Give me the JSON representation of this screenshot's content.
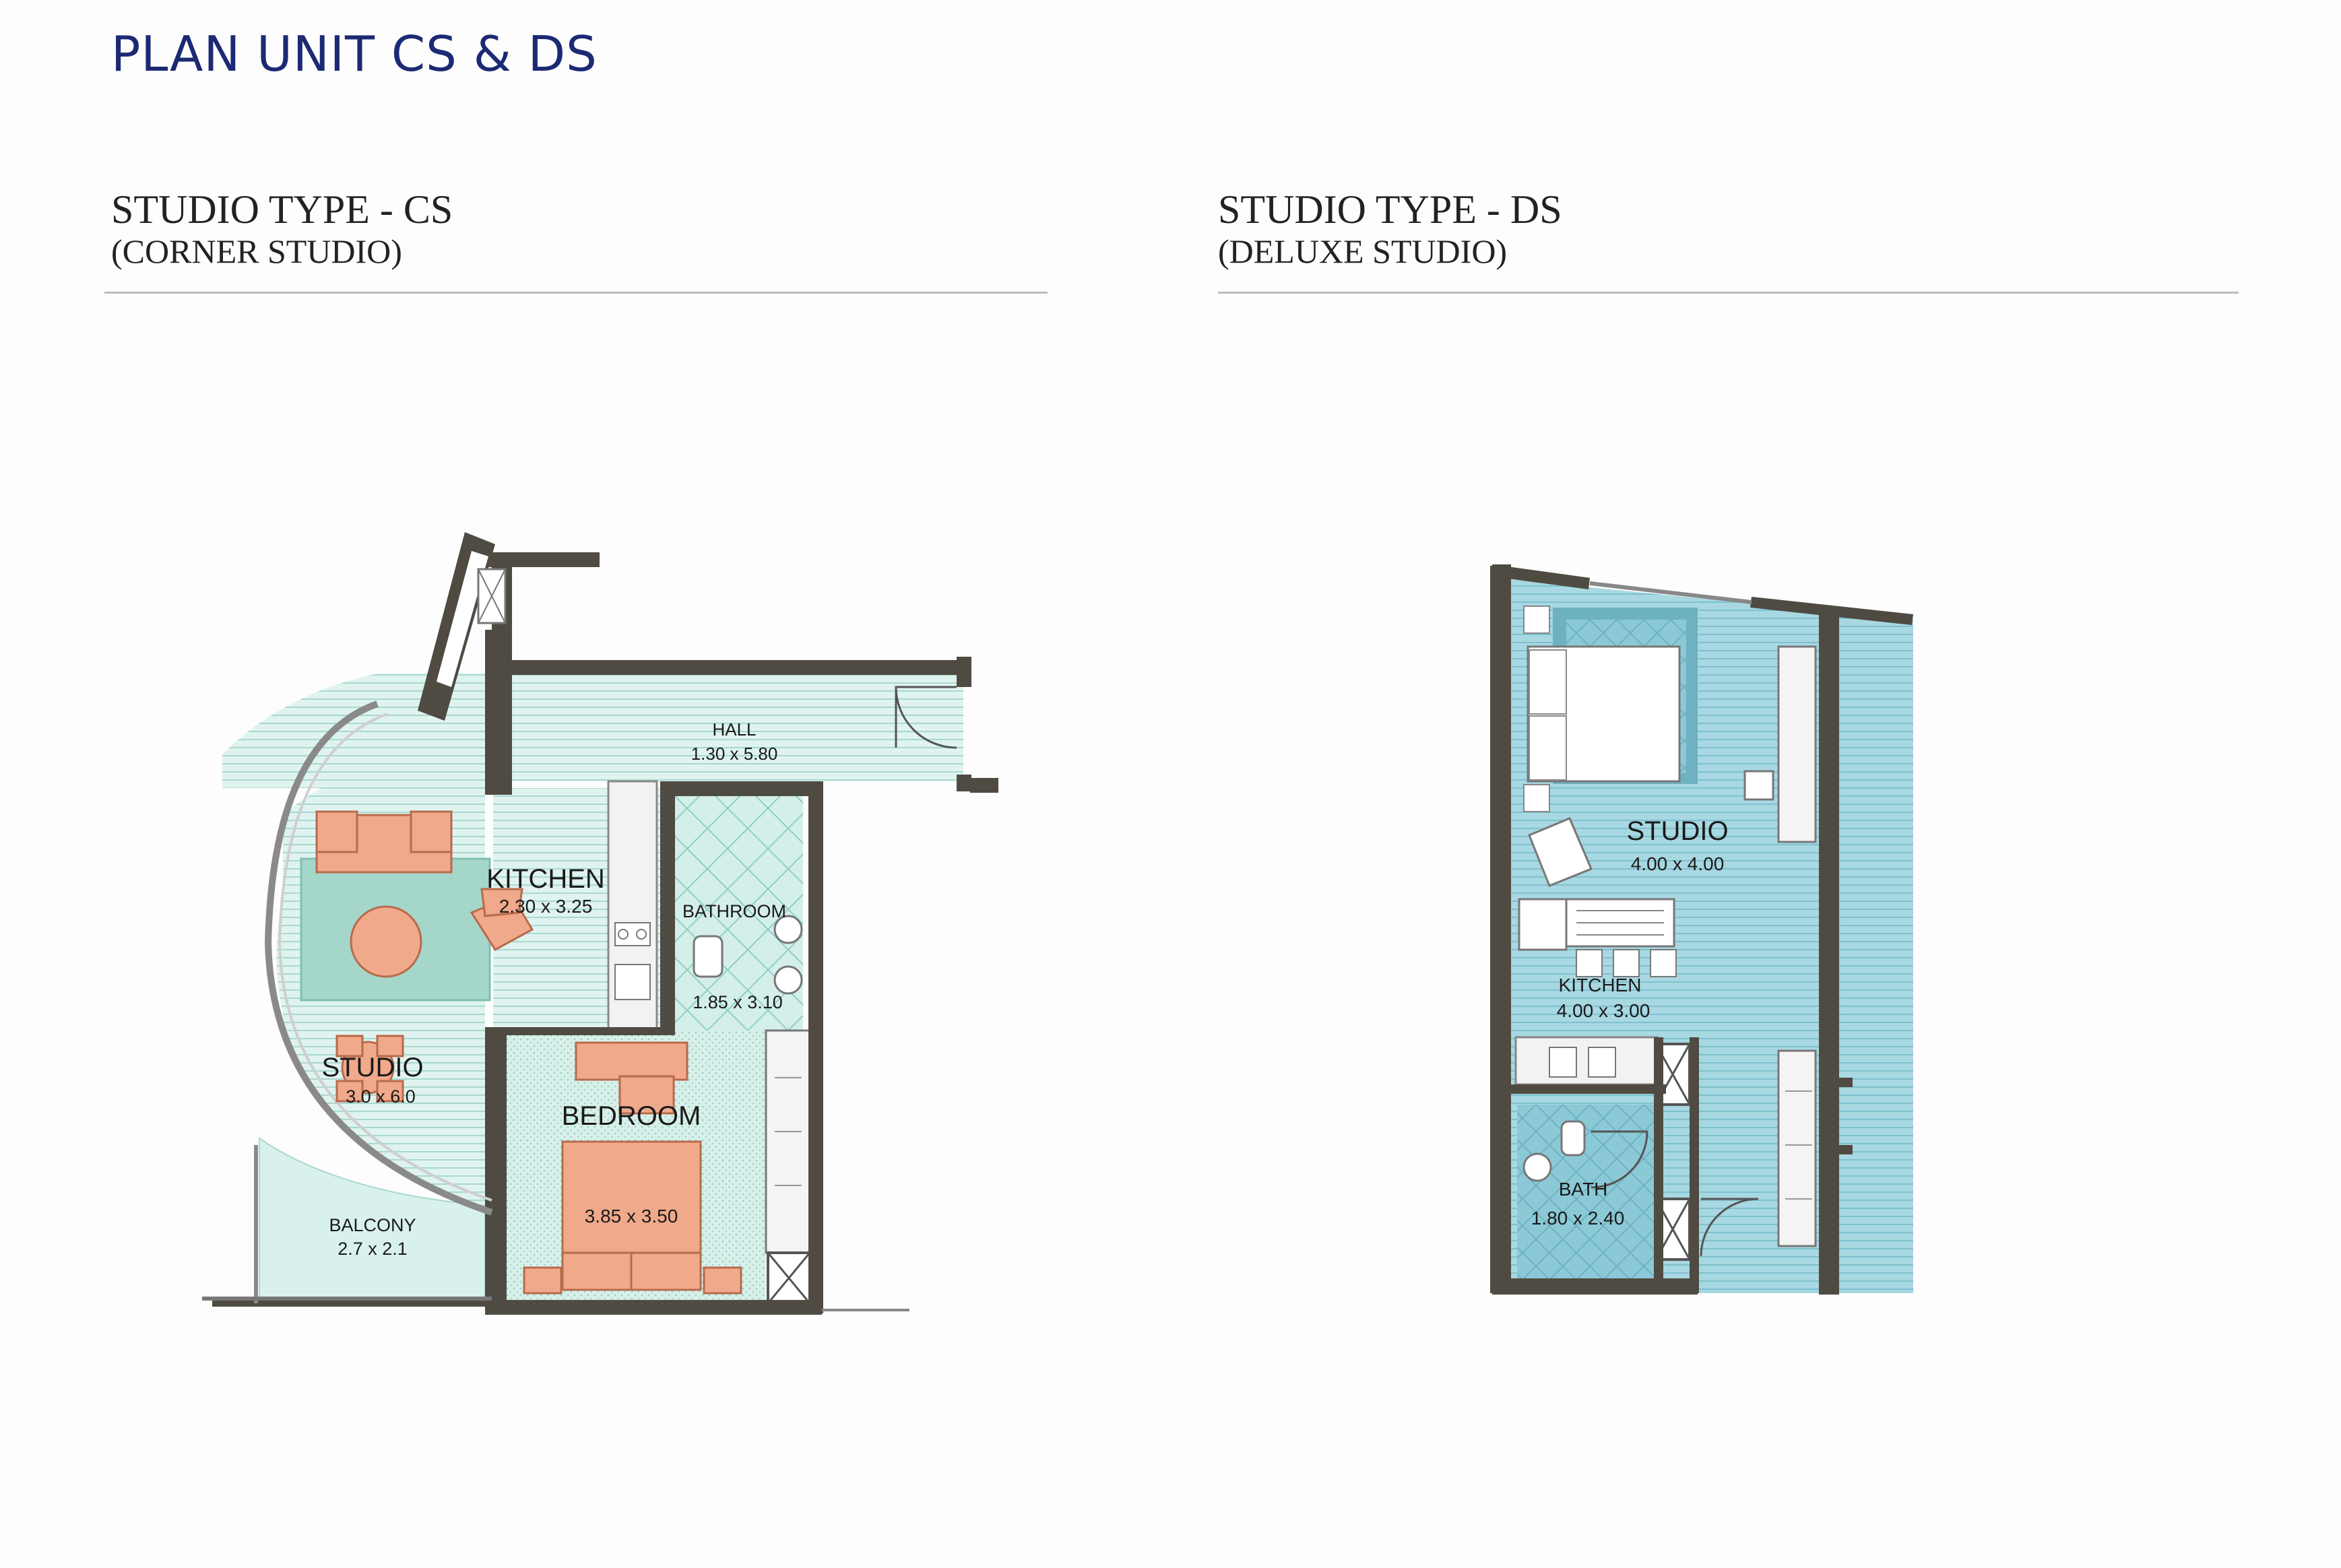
{
  "page": {
    "title": "PLAN UNIT CS & DS"
  },
  "cs": {
    "heading": "STUDIO TYPE - CS",
    "subheading": "(CORNER STUDIO)",
    "rooms": {
      "hall_name": "HALL",
      "hall_size": "1.30 x 5.80",
      "kitchen_name": "KITCHEN",
      "kitchen_size": "2.30 x 3.25",
      "bathroom_name": "BATHROOM",
      "bathroom_size": "1.85 x 3.10",
      "studio_name": "STUDIO",
      "studio_size": "3.0 x 6.0",
      "bedroom_name": "BEDROOM",
      "bedroom_size": "3.85 x 3.50",
      "balcony_name": "BALCONY",
      "balcony_size": "2.7 x 2.1"
    }
  },
  "ds": {
    "heading": "STUDIO TYPE - DS",
    "subheading": "(DELUXE STUDIO)",
    "rooms": {
      "studio_name": "STUDIO",
      "studio_size": "4.00 x 4.00",
      "kitchen_name": "KITCHEN",
      "kitchen_size": "4.00 x 3.00",
      "bath_name": "BATH",
      "bath_size": "1.80 x 2.40"
    }
  },
  "colors": {
    "title": "#1c2a74",
    "wall": "#4f4b42",
    "cs_floor": "#dff3ef",
    "cs_tile": "#c9ece6",
    "rug": "#9dcfc2",
    "furniture": "#f0a98a",
    "ds_floor": "#9fd3de",
    "ds_dark": "#6fb4c3"
  }
}
